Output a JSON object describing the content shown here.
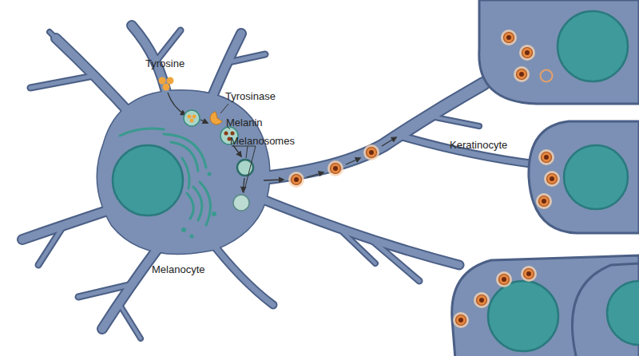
{
  "diagram": {
    "labels": [
      "Tyrosine",
      "Tyrosinase",
      "Melanin",
      "Melanosomes",
      "Keratinocyte",
      "Melanocyte"
    ]
  }
}
